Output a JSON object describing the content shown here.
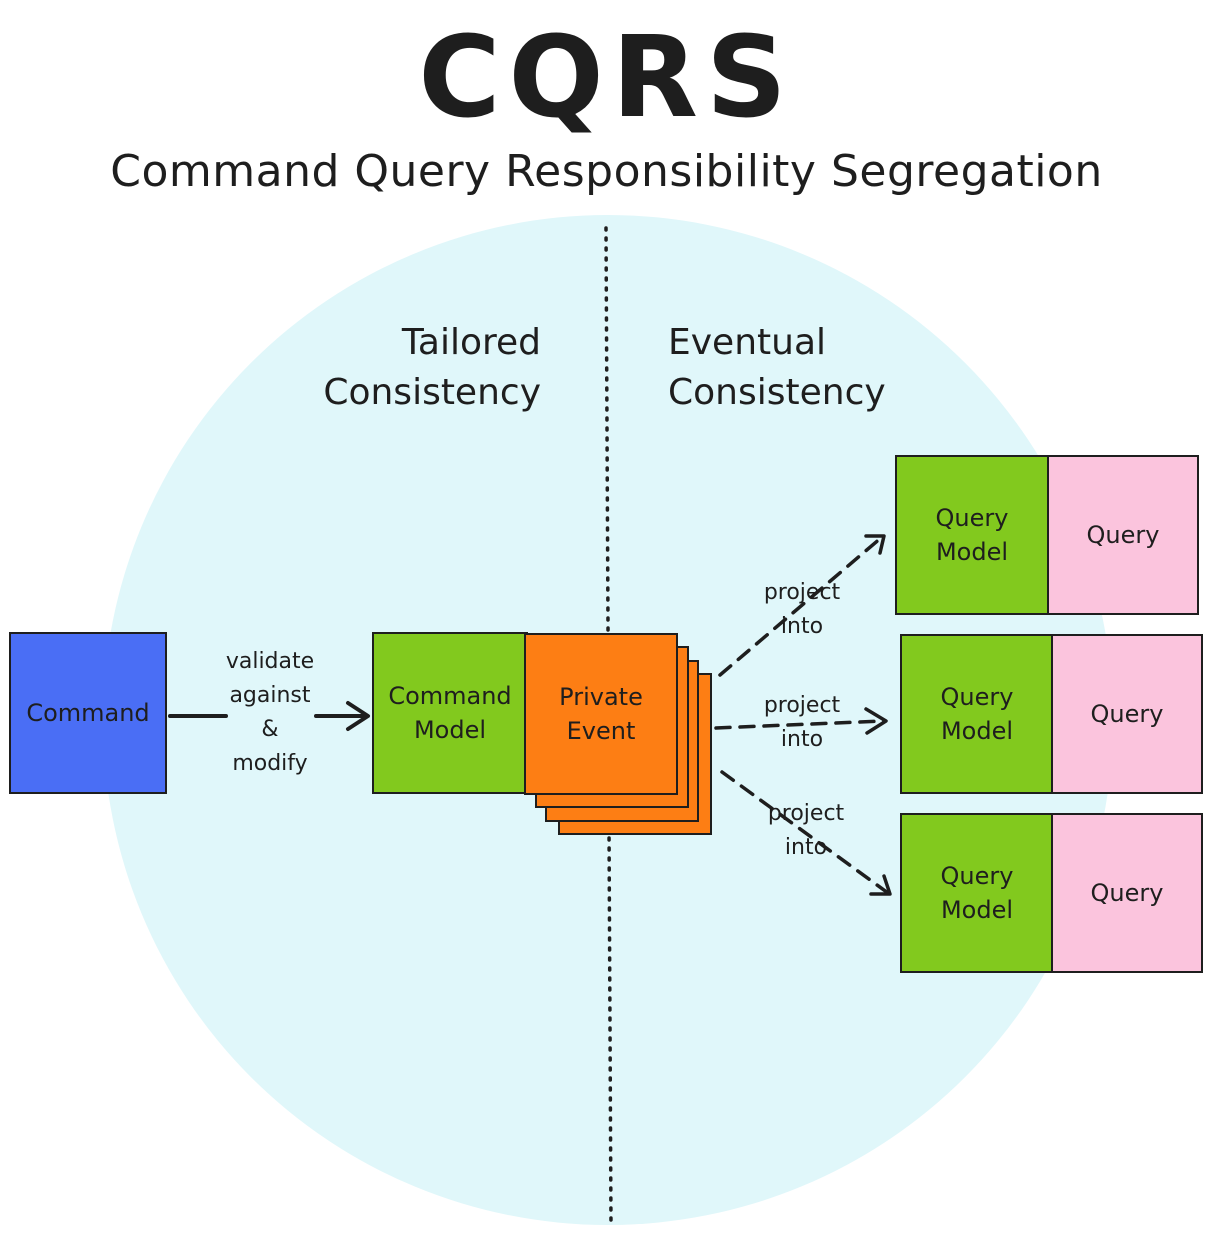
{
  "title": "CQRS",
  "subtitle": "Command Query Responsibility Segregation",
  "headings": {
    "left": [
      "Tailored",
      "Consistency"
    ],
    "right": [
      "Eventual",
      "Consistency"
    ]
  },
  "nodes": {
    "command": "Command",
    "command_model": [
      "Command",
      "Model"
    ],
    "private_event": [
      "Private",
      "Event"
    ],
    "query_models": [
      [
        "Query",
        "Model"
      ],
      [
        "Query",
        "Model"
      ],
      [
        "Query",
        "Model"
      ]
    ],
    "queries": [
      "Query",
      "Query",
      "Query"
    ]
  },
  "edges": {
    "validate": [
      "validate",
      "against",
      "&",
      "modify"
    ],
    "project": [
      [
        "project",
        "into"
      ],
      [
        "project",
        "into"
      ],
      [
        "project",
        "into"
      ]
    ]
  },
  "colors": {
    "background_circle": "#e0f7fa",
    "command": "#4a6ef5",
    "command_model": "#82c91e",
    "private_event": "#fd7e14",
    "query_model": "#82c91e",
    "query": "#fbc4dd",
    "stroke": "#1e1e1e"
  }
}
